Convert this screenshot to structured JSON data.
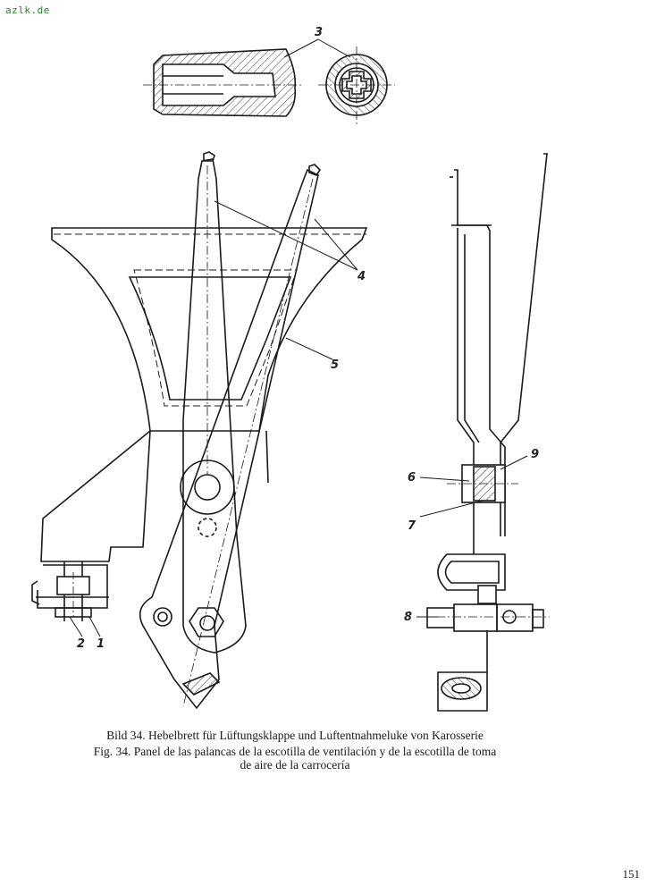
{
  "watermark": "azlk.de",
  "figure": {
    "callouts": [
      "1",
      "2",
      "3",
      "4",
      "5",
      "6",
      "7",
      "8",
      "9"
    ]
  },
  "caption": {
    "german": "Bild 34. Hebelbrett für Lüftungsklappe und Luftentnahmeluke von Karosserie",
    "spanish_line1": "Fig. 34. Panel de las palancas de la escotilla de ventilación y de la escotilla de toma",
    "spanish_line2": "de aire de la carrocería"
  },
  "page_number": "151",
  "colors": {
    "ink": "#1a1a1a",
    "watermark": "#1f8a2a",
    "paper": "#ffffff"
  }
}
